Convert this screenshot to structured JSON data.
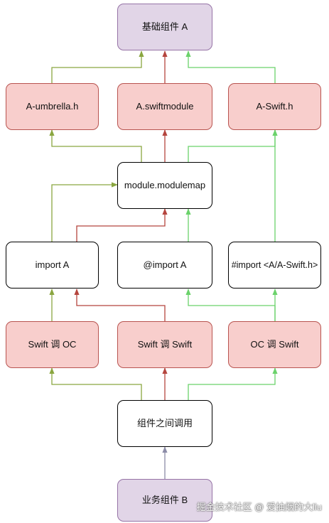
{
  "nodes": {
    "base_a": "基础组件 A",
    "umbrella": "A-umbrella.h",
    "swiftmodule": "A.swiftmodule",
    "swift_h": "A-Swift.h",
    "modulemap": "module.modulemap",
    "import_a": "import A",
    "at_import_a": "@import A",
    "hash_import": "#import <A/A-Swift.h>",
    "swift_oc": "Swift 调 OC",
    "swift_swift": "Swift 调 Swift",
    "oc_swift": "OC 调 Swift",
    "between": "组件之间调用",
    "business_b": "业务组件 B"
  },
  "colors": {
    "olive": "#8aa640",
    "red": "#b5453e",
    "green": "#6bd26b",
    "slate": "#8c8ca8"
  },
  "watermark": "掘金技术社区 @ 爱抽烟的大liu"
}
